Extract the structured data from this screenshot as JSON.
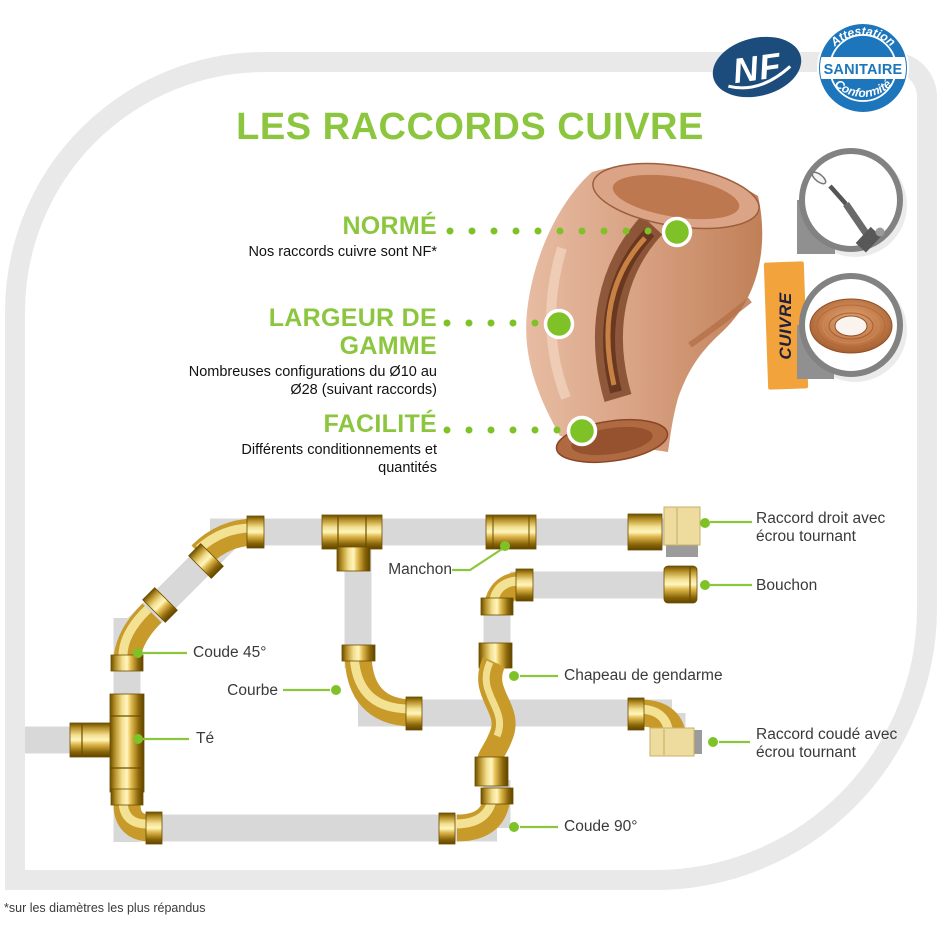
{
  "page": {
    "title": "LES RACCORDS CUIVRE",
    "footnote": "*sur les diamètres les plus répandus"
  },
  "certifications": {
    "nf_label": "NF",
    "sanitaire": {
      "top": "Attestation",
      "middle": "SANITAIRE",
      "bottom": "Conformité"
    }
  },
  "side_panel": {
    "material_tab": "CUIVRE",
    "icons": [
      "welding-torch",
      "copper-coil"
    ]
  },
  "features": [
    {
      "label": "NORMÉ",
      "description": "Nos raccords cuivre sont NF*"
    },
    {
      "label": "LARGEUR DE GAMME",
      "description": "Nombreuses configurations du Ø10 au Ø28 (suivant raccords)"
    },
    {
      "label": "FACILITÉ",
      "description": "Différents conditionnements et quantités"
    }
  ],
  "diagram": {
    "labels": [
      {
        "id": "manchon",
        "text": "Manchon"
      },
      {
        "id": "raccord-droit",
        "text": "Raccord droit avec écrou tournant"
      },
      {
        "id": "bouchon",
        "text": "Bouchon"
      },
      {
        "id": "coude-45",
        "text": "Coude 45°"
      },
      {
        "id": "courbe",
        "text": "Courbe"
      },
      {
        "id": "chapeau-de-gendarme",
        "text": "Chapeau de gendarme"
      },
      {
        "id": "te",
        "text": "Té"
      },
      {
        "id": "raccord-coude",
        "text": "Raccord coudé avec écrou tournant"
      },
      {
        "id": "coude-90",
        "text": "Coude 90°"
      }
    ]
  },
  "colors": {
    "accent_green": "#8CC63F",
    "nf_blue": "#1C4C7C",
    "sanitaire_blue": "#1D76BC",
    "cuivre_orange": "#F2A33C",
    "gold": "#C79A2A",
    "pipe_gray": "#D8D8D8",
    "frame_gray": "#E9E9E9",
    "copper": "#C98A64"
  }
}
